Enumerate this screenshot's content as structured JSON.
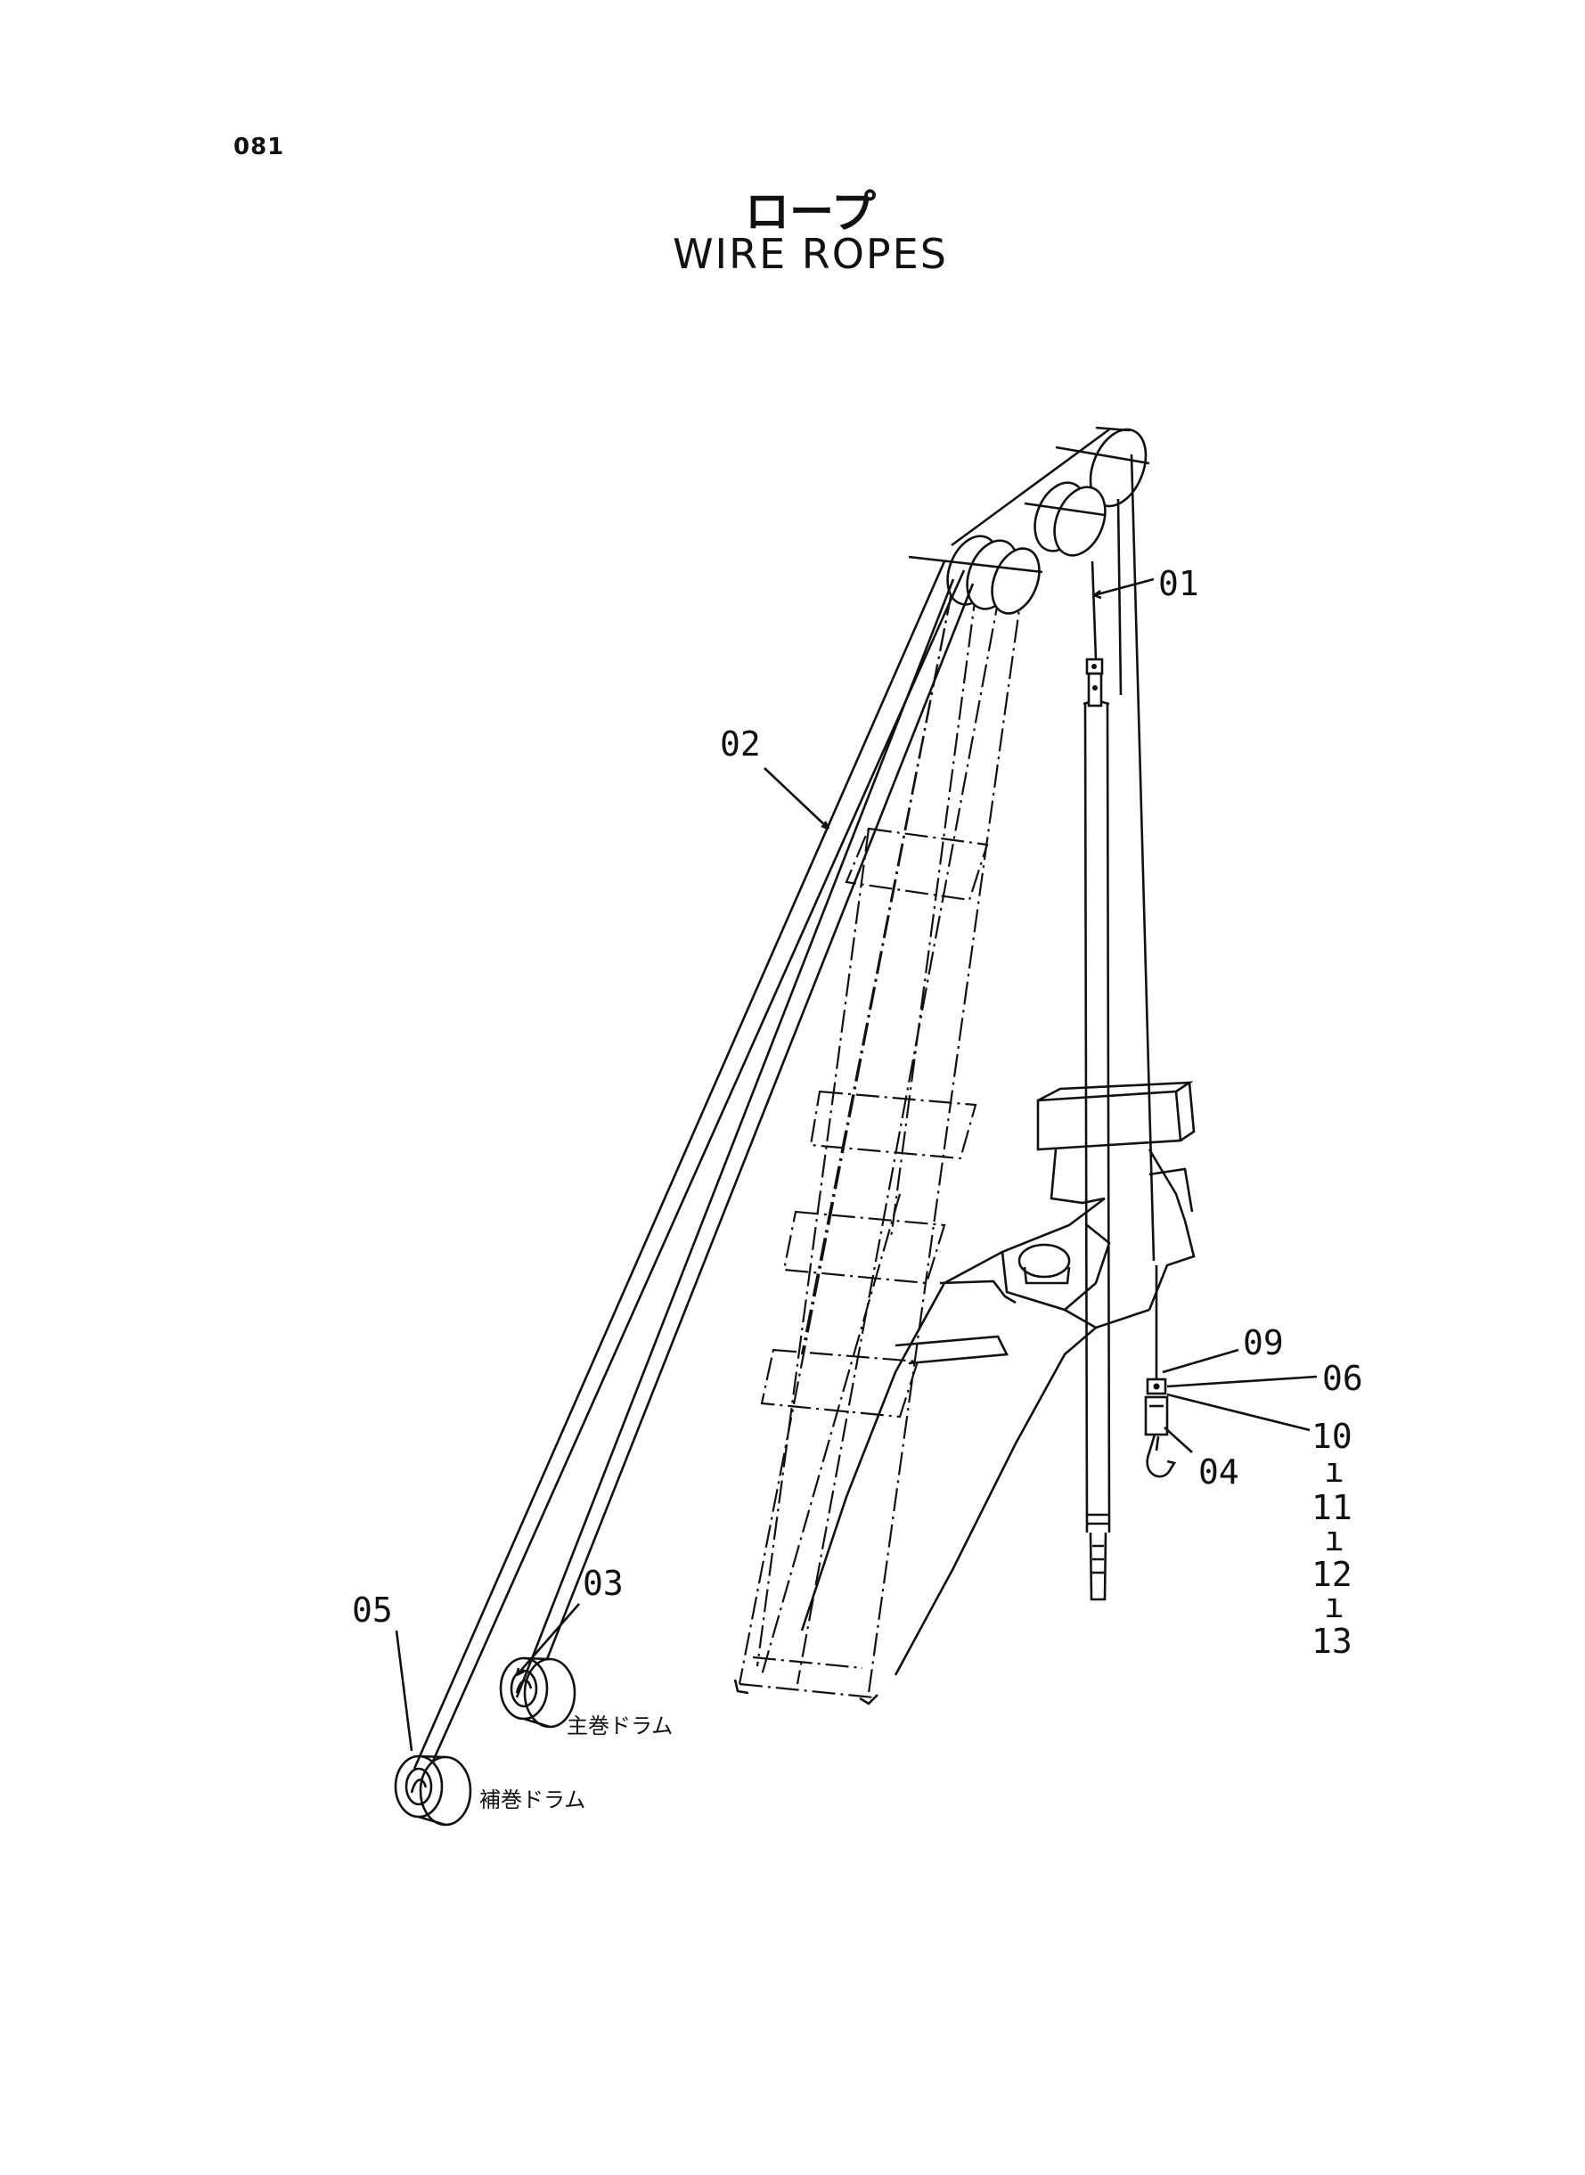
{
  "page": {
    "number": "081",
    "title_ja": "ロープ",
    "title_en": "WIRE ROPES"
  },
  "callouts": [
    {
      "id": "c01",
      "label": "01"
    },
    {
      "id": "c02",
      "label": "02"
    },
    {
      "id": "c03",
      "label": "03"
    },
    {
      "id": "c04",
      "label": "04"
    },
    {
      "id": "c05",
      "label": "05"
    },
    {
      "id": "c06",
      "label": "06"
    },
    {
      "id": "c09",
      "label": "09"
    },
    {
      "id": "c10",
      "label": "10"
    },
    {
      "id": "c11",
      "label": "11"
    },
    {
      "id": "c12",
      "label": "12"
    },
    {
      "id": "c13",
      "label": "13"
    }
  ],
  "range_separator": "ı",
  "drums": {
    "main": "主巻ドラム",
    "aux": "補巻ドラム"
  }
}
